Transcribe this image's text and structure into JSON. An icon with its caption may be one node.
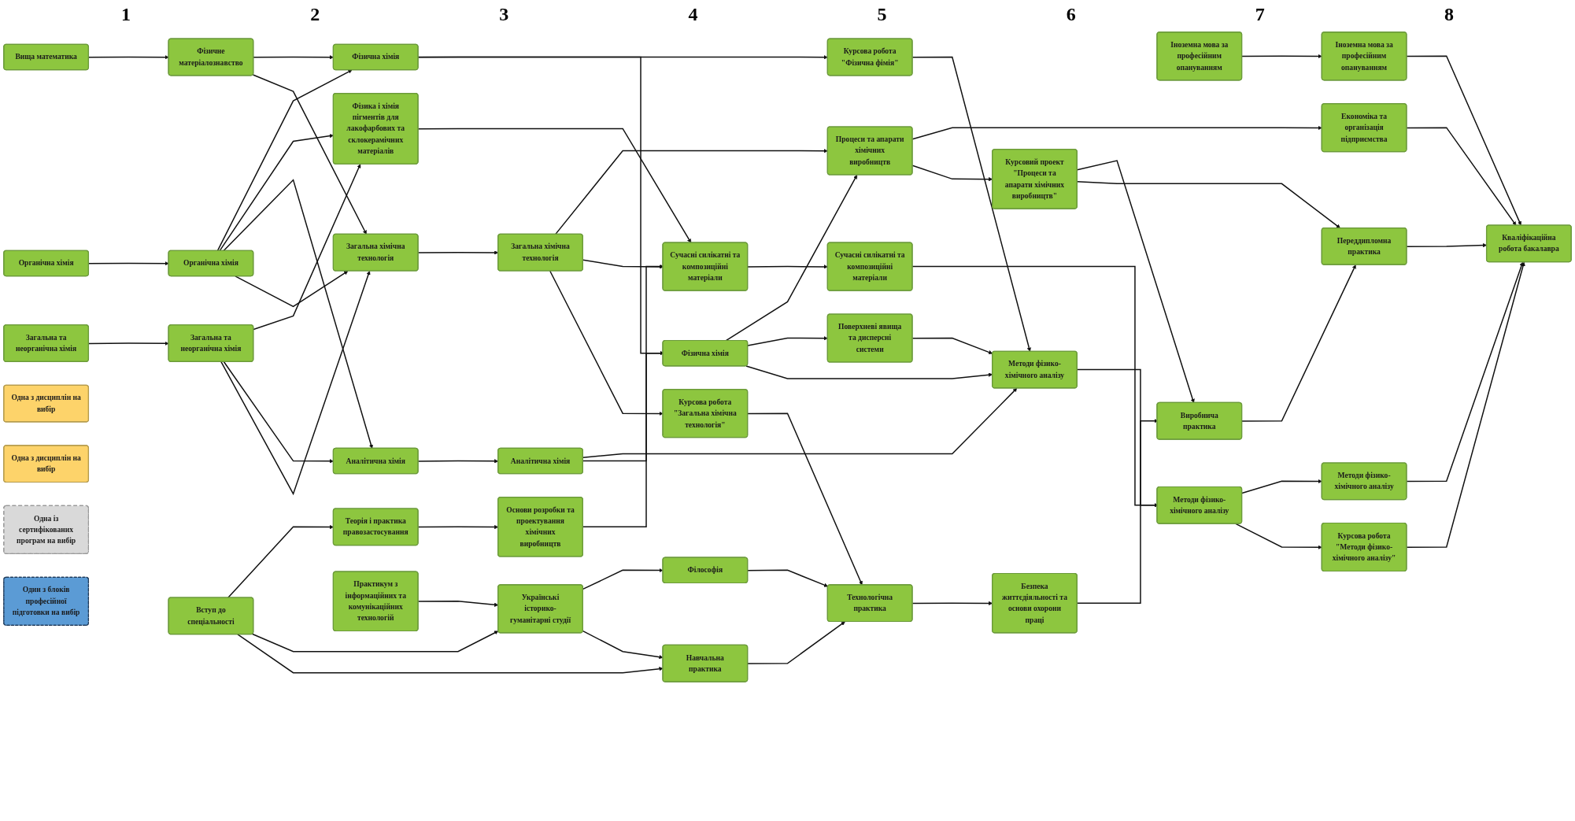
{
  "diagram": {
    "nodes": [
      {
        "text": [
          "Іноземна мова за професійним опануванням"
        ]
      },
      {
        "text": [
          "Іноземна мова за професійним опануванням"
        ]
      },
      {
        "text": [
          "Курсова робота \"Фізична фімія\""
        ]
      },
      {
        "text": [
          "Вища математика"
        ]
      },
      {
        "text": [
          "Фізичне матеріалознавство"
        ]
      },
      {
        "text": [
          "Фізична хімія"
        ]
      },
      {
        "text": [
          "Фізика і хімія пігментів для лакофарбових та склокерамічних матеріалів"
        ]
      },
      {
        "text": [
          "Поверхневі явища та дисперсні системи"
        ]
      },
      {
        "text": [
          "Методи фізико-хімічного аналізу"
        ]
      },
      {
        "text": [
          "Методи фізико-хімічного аналізу"
        ]
      },
      {
        "text": [
          "Методи фізико-хімічного аналізу"
        ]
      },
      {
        "text": [
          "Теорія і практика правозастосування"
        ]
      },
      {
        "text": [
          "Основи розробки та проектування хімічних виробництв"
        ]
      },
      {
        "text": [
          "Фізична хімія"
        ]
      },
      {
        "text": [
          "Процеси та апарати хімічних виробництв"
        ]
      },
      {
        "text": [
          "Економіка та організація підприємства"
        ]
      },
      {
        "text": [
          "Кваліфікаційна робота бакалавра"
        ]
      },
      {
        "text": [
          "Органічна хімія"
        ]
      },
      {
        "text": [
          "Органічна хімія"
        ]
      },
      {
        "text": [
          "Аналітична хімія"
        ]
      },
      {
        "text": [
          "Аналітична хімія"
        ]
      },
      {
        "text": [
          "Сучасні силікатні та композиційні матеріали"
        ]
      },
      {
        "text": [
          "Сучасні силікатні та композиційні матеріали"
        ]
      },
      {
        "text": [
          "Курсова робота \"Методи фізико-хімічного аналізу\""
        ]
      },
      {
        "text": [
          "Загальна та неорганічна хімія"
        ]
      },
      {
        "text": [
          "Загальна та неорганічна хімія"
        ]
      },
      {
        "text": [
          "Загальна хімічна технологія"
        ]
      },
      {
        "text": [
          "Загальна хімічна технологія"
        ]
      },
      {
        "text": [
          "Практикум з інформаційних та комунікаційних технологій"
        ]
      },
      {
        "text": [
          "Українські історико-гуманітарні студії"
        ]
      },
      {
        "text": [
          "Філософія"
        ]
      },
      {
        "text": [
          "Курсова робота \"Загальна хімічна технологія\""
        ]
      },
      {
        "text": [
          "Курсовий проект \"Процеси та апарати хімічних виробництв\""
        ]
      },
      {
        "text": [
          "Вступ до спеціальності"
        ]
      },
      {
        "text": [
          "Навчальна практика"
        ]
      },
      {
        "text": [
          "Технологічна практика"
        ]
      },
      {
        "text": [
          "Безпека життєдіяльності та основи охорони праці"
        ]
      },
      {
        "text": [
          "Виробнича практика"
        ]
      },
      {
        "text": [
          "Переддипломна практика"
        ]
      },
      {
        "text": [
          "Одна з дисциплін на вибір"
        ]
      },
      {
        "text": [
          "Одна з дисциплін на вибір"
        ]
      },
      {
        "text": [
          "Одна із сертифікованих програм на вибір"
        ]
      },
      {
        "text": [
          "Один з блоків професійної підготовки на вибір"
        ]
      }
    ],
    "edges": [
      {
        "from": 0,
        "to": 1,
        "arrow": "to"
      },
      {
        "from": 1,
        "to": 16,
        "arrow": "to"
      },
      {
        "from": 2,
        "to": 8,
        "arrow": "to"
      },
      {
        "from": 5,
        "to": 2,
        "arrow": "to"
      },
      {
        "from": 3,
        "to": 4,
        "arrow": "to"
      },
      {
        "from": 4,
        "to": 5,
        "arrow": "to"
      },
      {
        "from": 4,
        "to": 26,
        "arrow": "to"
      },
      {
        "from": 18,
        "to": 5,
        "arrow": "to"
      },
      {
        "from": 18,
        "to": 6,
        "arrow": "to"
      },
      {
        "from": 25,
        "to": 6,
        "arrow": "to"
      },
      {
        "from": 17,
        "to": 18,
        "arrow": "to"
      },
      {
        "from": 18,
        "to": 19,
        "arrow": "to"
      },
      {
        "from": 18,
        "to": 26,
        "arrow": "to"
      },
      {
        "from": 24,
        "to": 25,
        "arrow": "to"
      },
      {
        "from": 25,
        "to": 19,
        "arrow": "to"
      },
      {
        "from": 25,
        "to": 26,
        "arrow": "to"
      },
      {
        "from": 33,
        "to": 11,
        "arrow": "to"
      },
      {
        "from": 11,
        "to": 12,
        "arrow": "to"
      },
      {
        "from": 12,
        "to": 13,
        "arrow": "to"
      },
      {
        "from": 5,
        "to": 13,
        "arrow": "to"
      },
      {
        "from": 13,
        "to": 14,
        "arrow": "to"
      },
      {
        "from": 13,
        "to": 7,
        "arrow": "to"
      },
      {
        "from": 13,
        "to": 8,
        "arrow": "to"
      },
      {
        "from": 20,
        "to": 8,
        "arrow": "to"
      },
      {
        "from": 6,
        "to": 21,
        "arrow": "to"
      },
      {
        "from": 7,
        "to": 8,
        "arrow": "to"
      },
      {
        "from": 8,
        "to": 9,
        "arrow": "to"
      },
      {
        "from": 9,
        "to": 10,
        "arrow": "to"
      },
      {
        "from": 9,
        "to": 23,
        "arrow": "to"
      },
      {
        "from": 23,
        "to": 16,
        "arrow": "to"
      },
      {
        "from": 10,
        "to": 16,
        "arrow": "to"
      },
      {
        "from": 14,
        "to": 15,
        "arrow": "to"
      },
      {
        "from": 15,
        "to": 16,
        "arrow": "to"
      },
      {
        "from": 14,
        "to": 32,
        "arrow": "to"
      },
      {
        "from": 27,
        "to": 14,
        "arrow": "to"
      },
      {
        "from": 27,
        "to": 21,
        "arrow": "to"
      },
      {
        "from": 19,
        "to": 20,
        "arrow": "to"
      },
      {
        "from": 20,
        "to": 21,
        "arrow": "to"
      },
      {
        "from": 21,
        "to": 22,
        "arrow": "to"
      },
      {
        "from": 22,
        "to": 9,
        "arrow": "to"
      },
      {
        "from": 26,
        "to": 27,
        "arrow": "to"
      },
      {
        "from": 27,
        "to": 31,
        "arrow": "to"
      },
      {
        "from": 28,
        "to": 29,
        "arrow": "to"
      },
      {
        "from": 29,
        "to": 30,
        "arrow": "to"
      },
      {
        "from": 33,
        "to": 29,
        "arrow": "to"
      },
      {
        "from": 33,
        "to": 34,
        "arrow": "to"
      },
      {
        "from": 29,
        "to": 34,
        "arrow": "to"
      },
      {
        "from": 34,
        "to": 35,
        "arrow": "to"
      },
      {
        "from": 30,
        "to": 35,
        "arrow": "to"
      },
      {
        "from": 31,
        "to": 35,
        "arrow": "to"
      },
      {
        "from": 35,
        "to": 36,
        "arrow": "to"
      },
      {
        "from": 36,
        "to": 37,
        "arrow": "to"
      },
      {
        "from": 32,
        "to": 37,
        "arrow": "to"
      },
      {
        "from": 32,
        "to": 38,
        "arrow": "to"
      },
      {
        "from": 37,
        "to": 38,
        "arrow": "to"
      },
      {
        "from": 38,
        "to": 16,
        "arrow": "to"
      }
    ],
    "labels": [
      "1",
      "2",
      "3",
      "4",
      "5",
      "6",
      "7",
      "8"
    ]
  }
}
